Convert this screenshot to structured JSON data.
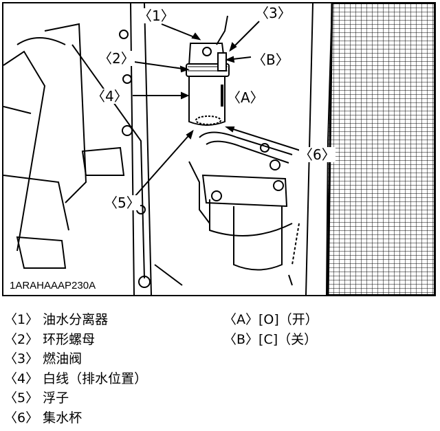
{
  "figure": {
    "image_code": "1ARAHAAAP230A",
    "callouts": [
      "〈1〉",
      "〈2〉",
      "〈3〉",
      "〈4〉",
      "〈5〉",
      "〈6〉",
      "〈A〉",
      "〈B〉"
    ]
  },
  "legend": {
    "left": [
      {
        "marker": "〈1〉",
        "text": "油水分离器"
      },
      {
        "marker": "〈2〉",
        "text": "环形螺母"
      },
      {
        "marker": "〈3〉",
        "text": "燃油阀"
      },
      {
        "marker": "〈4〉",
        "text": "白线（排水位置）"
      },
      {
        "marker": "〈5〉",
        "text": "浮子"
      },
      {
        "marker": "〈6〉",
        "text": "集水杯"
      }
    ],
    "right": [
      {
        "marker": "〈A〉",
        "text": "[O]（开）"
      },
      {
        "marker": "〈B〉",
        "text": "[C]（关）"
      }
    ]
  }
}
